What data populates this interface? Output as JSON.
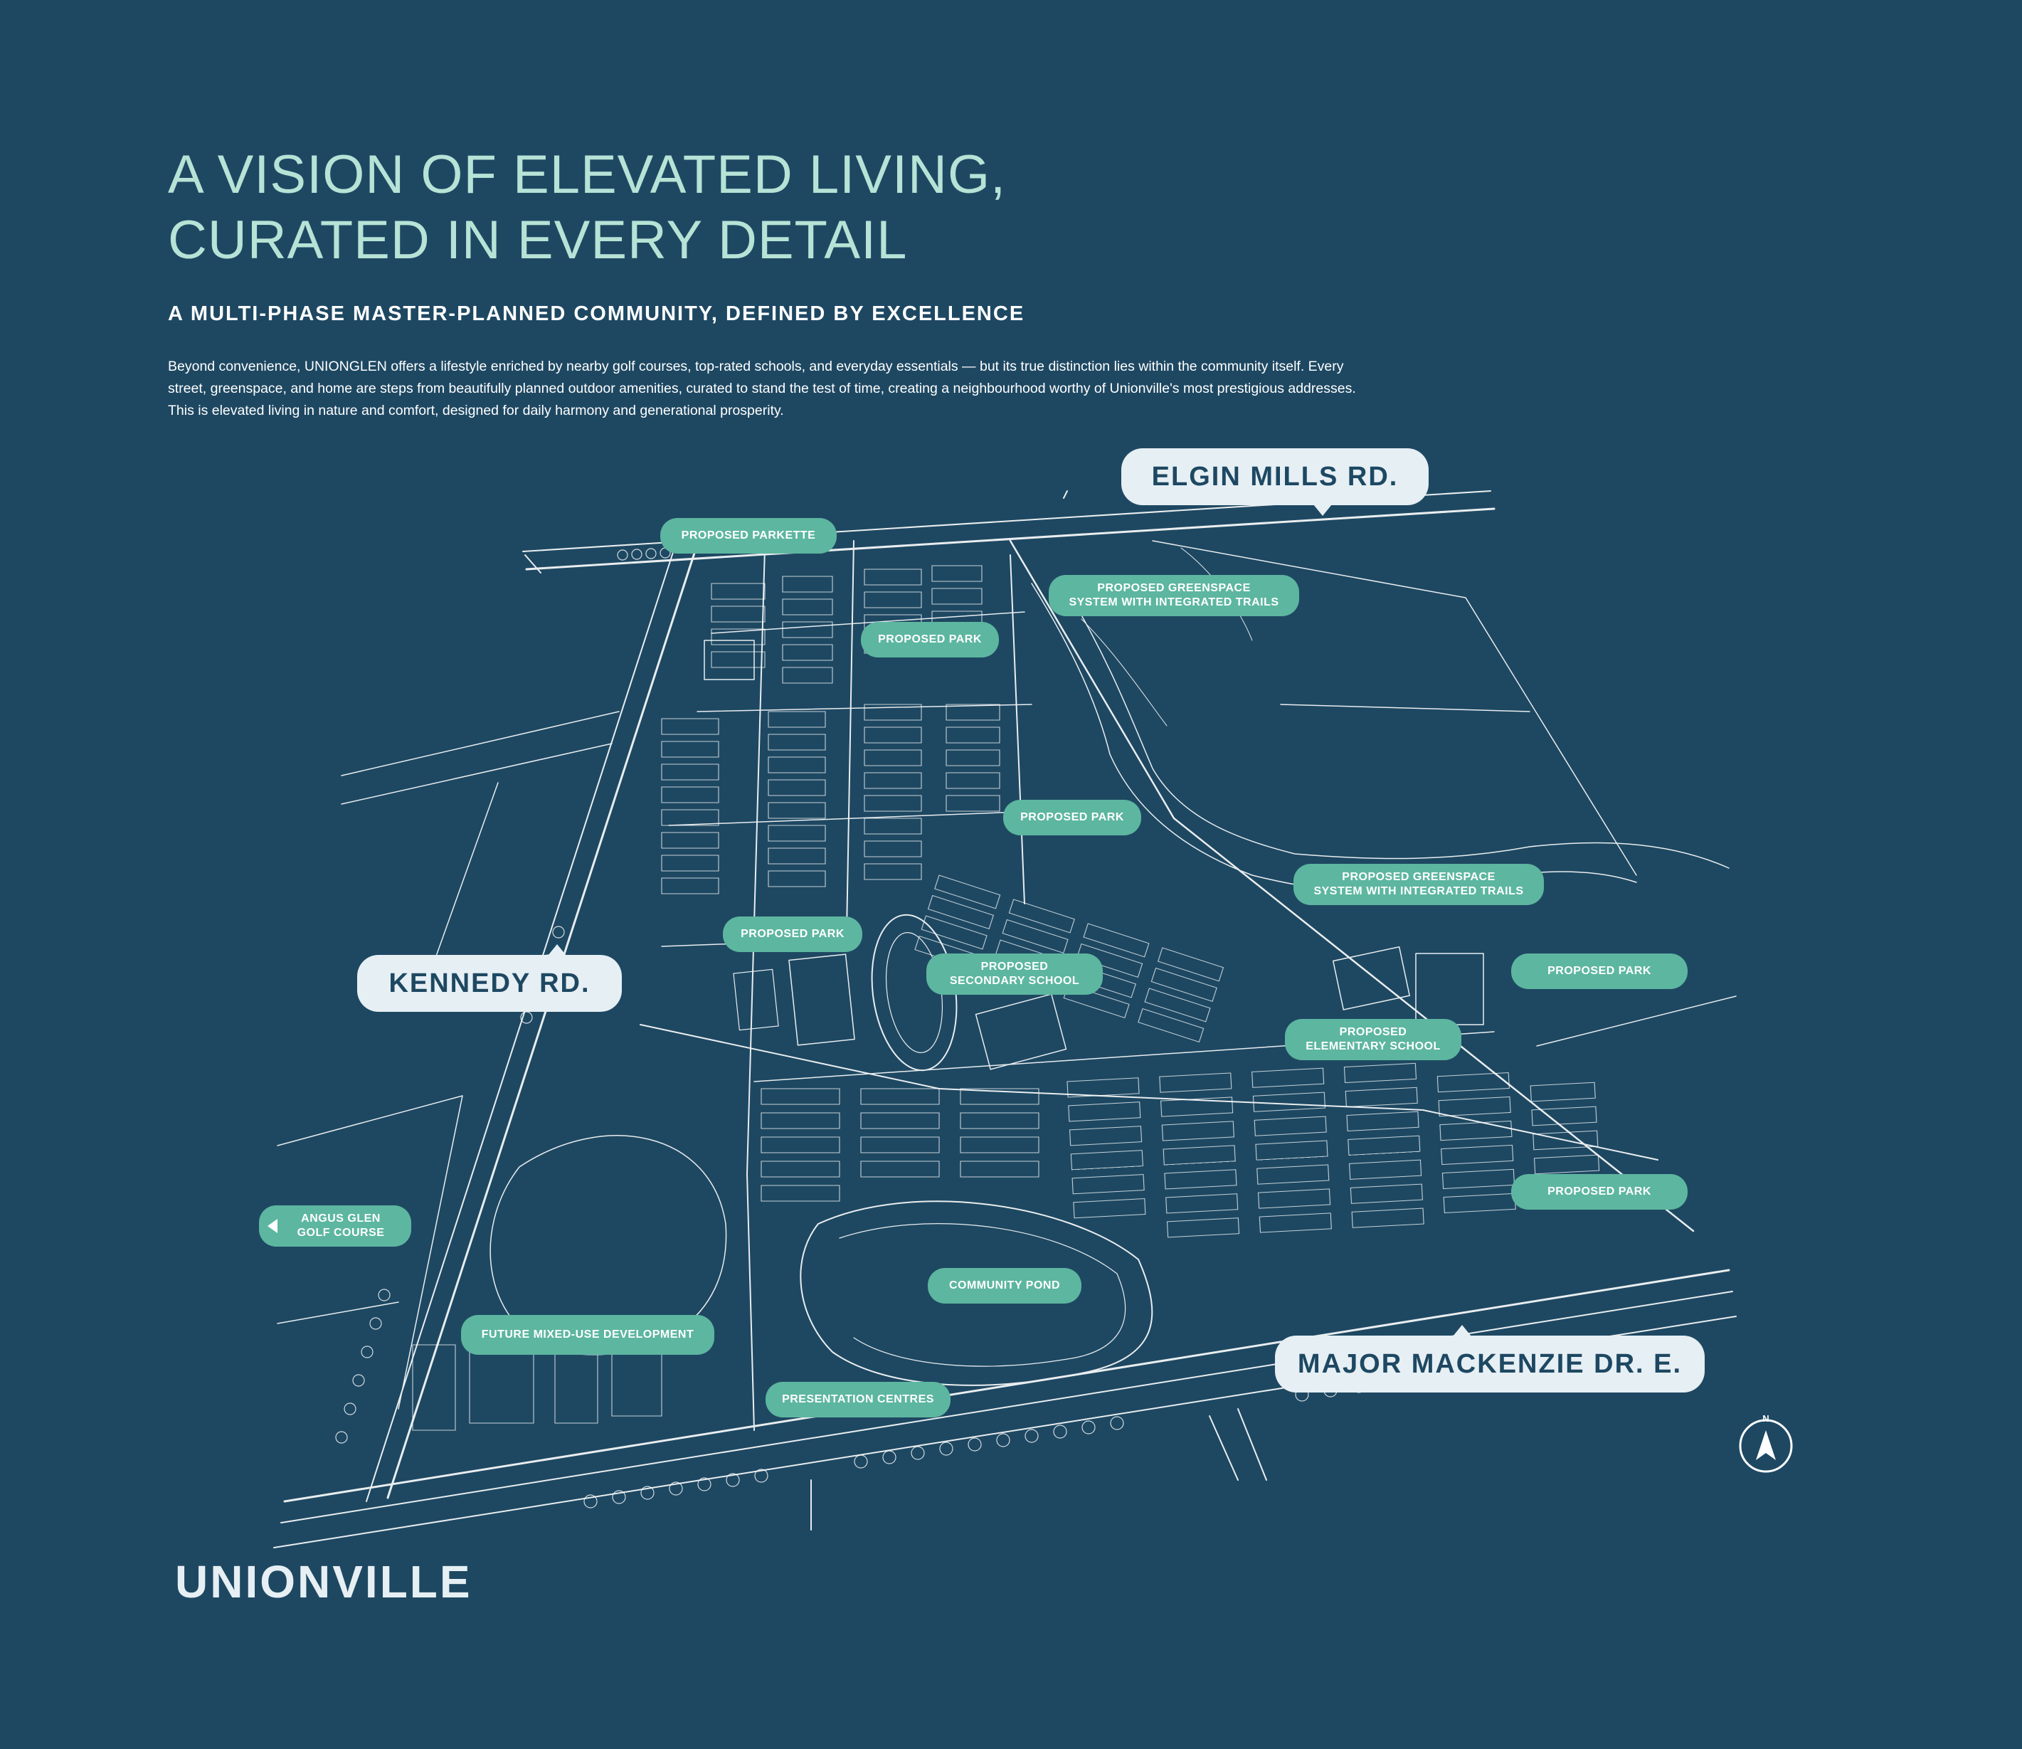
{
  "header": {
    "title_line1": "A VISION OF ELEVATED LIVING,",
    "title_line2": "CURATED IN EVERY DETAIL",
    "subtitle": "A MULTI-PHASE MASTER-PLANNED COMMUNITY, DEFINED BY EXCELLENCE",
    "body": "Beyond convenience, UNIONGLEN offers a lifestyle enriched by nearby golf courses, top-rated schools, and everyday essentials — but its true distinction lies within the community itself. Every street, greenspace, and home are steps from beautifully planned outdoor amenities, curated to stand the test of time, creating a neighbourhood worthy of Unionville's most prestigious addresses. This is elevated living in nature and comfort, designed for daily harmony and generational prosperity."
  },
  "roads": {
    "north": "ELGIN MILLS RD.",
    "west": "KENNEDY RD.",
    "south": "MAJOR MACKENZIE DR. E."
  },
  "labels": {
    "parkette": "PROPOSED PARKETTE",
    "greenspace_north": "PROPOSED GREENSPACE\nSYSTEM WITH INTEGRATED TRAILS",
    "park_north": "PROPOSED PARK",
    "park_center": "PROPOSED PARK",
    "greenspace_east": "PROPOSED GREENSPACE\nSYSTEM WITH INTEGRATED TRAILS",
    "park_west": "PROPOSED PARK",
    "secondary_school": "PROPOSED\nSECONDARY SCHOOL",
    "park_east": "PROPOSED PARK",
    "elementary_school": "PROPOSED\nELEMENTARY SCHOOL",
    "park_southeast": "PROPOSED PARK",
    "golf": "ANGUS GLEN\nGOLF COURSE",
    "pond": "COMMUNITY POND",
    "mixed_use": "FUTURE MIXED-USE DEVELOPMENT",
    "presentation": "PRESENTATION CENTRES"
  },
  "footer": {
    "place": "UNIONVILLE"
  },
  "compass": {
    "letter": "N"
  },
  "colors": {
    "background": "#1e4862",
    "pill": "#5db6a0",
    "title": "#b6e3d6",
    "road_label": "#e6eff4"
  }
}
